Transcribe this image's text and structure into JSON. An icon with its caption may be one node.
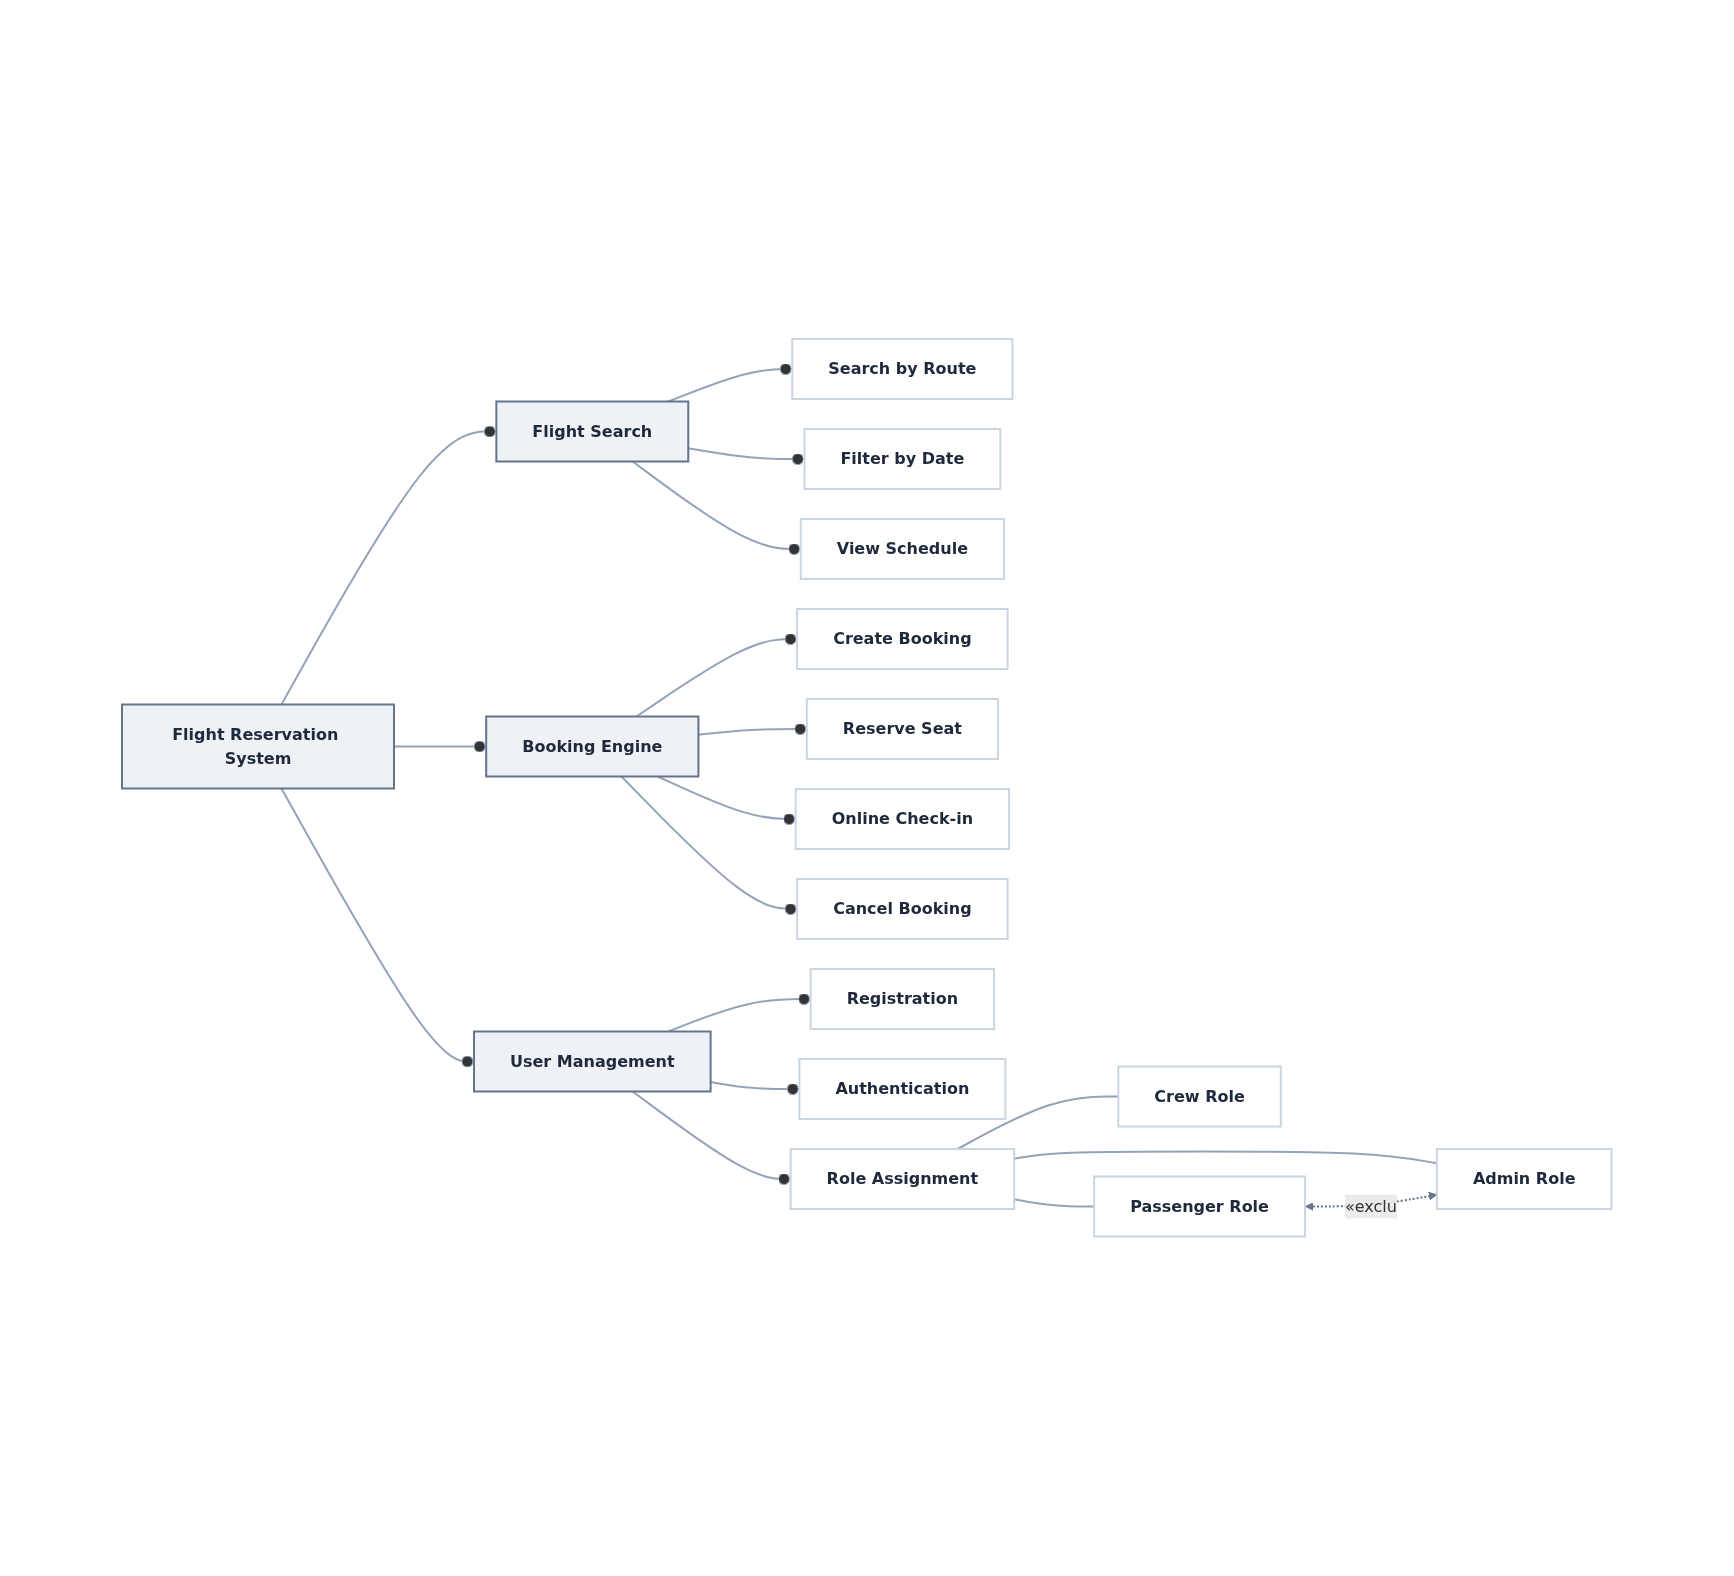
{
  "diagram": {
    "nodes": [
      {
        "text": [
          "Flight Reservation System"
        ]
      },
      {
        "text": [
          "Flight Search"
        ]
      },
      {
        "text": [
          "Search by Route"
        ]
      },
      {
        "text": [
          "Filter by Date"
        ]
      },
      {
        "text": [
          "View Schedule"
        ]
      },
      {
        "text": [
          "Booking Engine"
        ]
      },
      {
        "text": [
          "Create Booking"
        ]
      },
      {
        "text": [
          "Reserve Seat"
        ]
      },
      {
        "text": [
          "Online Check-in"
        ]
      },
      {
        "text": [
          "Cancel Booking"
        ]
      },
      {
        "text": [
          "User Management"
        ]
      },
      {
        "text": [
          "Registration"
        ]
      },
      {
        "text": [
          "Authentication"
        ]
      },
      {
        "text": [
          "Role Assignment"
        ]
      },
      {
        "text": [
          "Crew Role"
        ]
      },
      {
        "text": [
          "Passenger Role"
        ]
      },
      {
        "text": [
          "Admin Role"
        ]
      }
    ],
    "edges": [
      {
        "from": 0,
        "to": 1,
        "arrow": "other"
      },
      {
        "from": 1,
        "to": 2,
        "arrow": "other"
      },
      {
        "from": 1,
        "to": 3,
        "arrow": "other"
      },
      {
        "from": 1,
        "to": 4,
        "arrow": "other"
      },
      {
        "from": 0,
        "to": 5,
        "arrow": "other"
      },
      {
        "from": 5,
        "to": 6,
        "arrow": "other"
      },
      {
        "from": 5,
        "to": 7,
        "arrow": "other"
      },
      {
        "from": 5,
        "to": 8,
        "arrow": "other"
      },
      {
        "from": 5,
        "to": 9,
        "arrow": "other"
      },
      {
        "from": 0,
        "to": 10,
        "arrow": "other"
      },
      {
        "from": 10,
        "to": 11,
        "arrow": "other"
      },
      {
        "from": 10,
        "to": 12,
        "arrow": "other"
      },
      {
        "from": 10,
        "to": 13,
        "arrow": "other"
      },
      {
        "from": 13,
        "to": 14,
        "arrow": "none"
      },
      {
        "from": 13,
        "to": 15,
        "arrow": "none"
      },
      {
        "from": 13,
        "to": 16,
        "arrow": "none"
      },
      {
        "from": 15,
        "to": 16,
        "arrow": "both",
        "label": "«exclu",
        "style": "dashed",
        "color": "#64748b"
      }
    ]
  }
}
